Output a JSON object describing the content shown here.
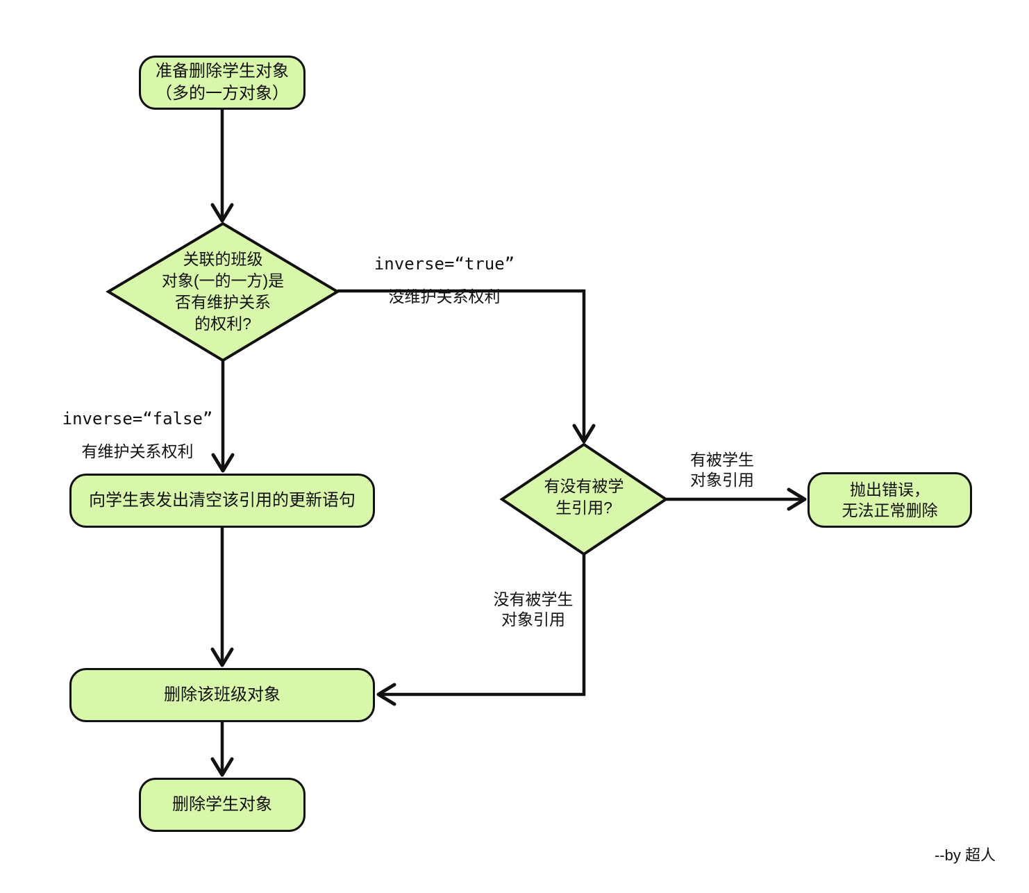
{
  "colors": {
    "node_fill": "#d9f7ab",
    "stroke": "#111111",
    "background": "#ffffff"
  },
  "nodes": {
    "start": "准备删除学生对象\n（多的一方对象）",
    "decision_maintain": "关联的班级\n对象(一的一方)是\n否有维护关系\n的权利?",
    "update_students": "向学生表发出清空该引用的更新语句",
    "decision_referenced": "有没有被学\n生引用?",
    "throw_error": "抛出错误，\n无法正常删除",
    "delete_class": "删除该班级对象",
    "delete_student": "删除学生对象"
  },
  "edges": {
    "inverse_true_code": "inverse=“true”",
    "inverse_true_text": "没维护关系权利",
    "inverse_false_code": "inverse=“false”",
    "inverse_false_text": "有维护关系权利",
    "referenced": "有被学生\n对象引用",
    "not_referenced": "没有被学生\n对象引用"
  },
  "signature": "--by 超人"
}
